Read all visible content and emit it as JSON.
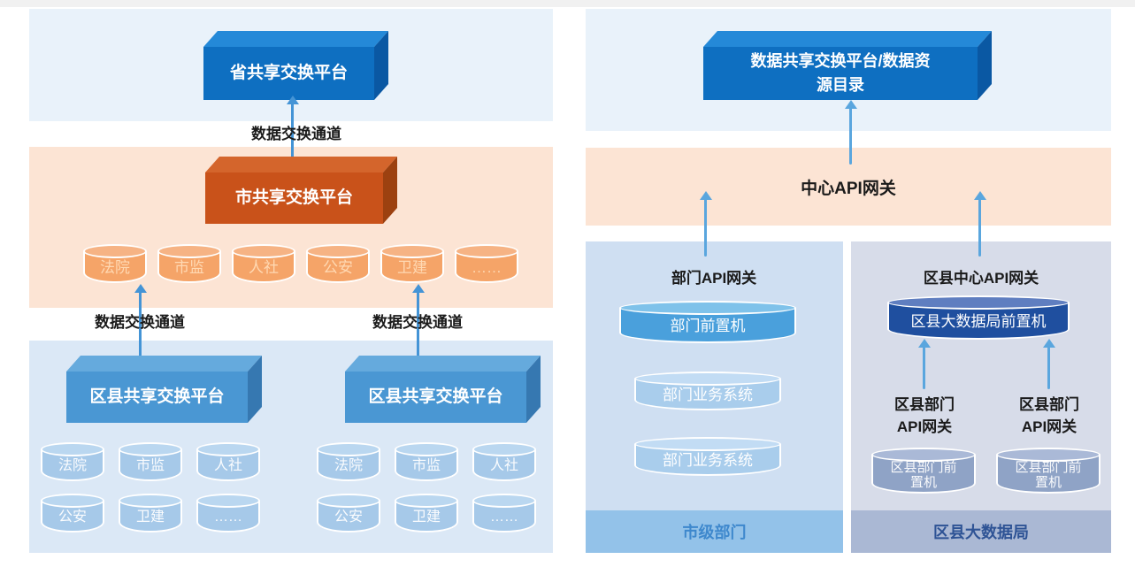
{
  "left": {
    "channel_label": "数据交换通道",
    "province_platform": "省共享交换平台",
    "city_platform": "市共享交换平台",
    "city_departments": [
      "法院",
      "市监",
      "人社",
      "公安",
      "卫建",
      "……"
    ],
    "districts": [
      {
        "platform": "区县共享交换平台",
        "departments": [
          "法院",
          "市监",
          "人社",
          "公安",
          "卫建",
          "……"
        ]
      },
      {
        "platform": "区县共享交换平台",
        "departments": [
          "法院",
          "市监",
          "人社",
          "公安",
          "卫建",
          "……"
        ]
      }
    ]
  },
  "right": {
    "top_platform": "数据共享交换平台/数据资源目录",
    "central_api_gateway": "中心API网关",
    "city_departments_column": {
      "title": "部门API网关",
      "front_machine": "部门前置机",
      "business_systems": [
        "部门业务系统",
        "部门业务系统"
      ],
      "footer": "市级部门"
    },
    "district_bureau_column": {
      "title": "区县中心API网关",
      "front_machine": "区县大数据局前置机",
      "district_gateways": [
        "区县部门API网关",
        "区县部门API网关"
      ],
      "district_front_machines": [
        "区县部门前置机",
        "区县部门前置机"
      ],
      "footer": "区县大数据局"
    }
  },
  "colors": {
    "blue_box": "#0e6fc1",
    "orange_box": "#c9521a",
    "medium_blue_box": "#4a97d3",
    "light_blue_panel": "#e9f2fa",
    "light_orange_panel": "#fce4d4",
    "bottom_left_panel": "#dbe8f6",
    "city_departments_panel": "#cfdff2",
    "district_bureau_panel": "#d7dce9",
    "city_footer_bar": "#93c2e9",
    "city_footer_text": "#3e88cd",
    "district_footer_bar": "#aab8d4",
    "district_footer_text": "#2e5395",
    "arrow": "#4494d6"
  }
}
